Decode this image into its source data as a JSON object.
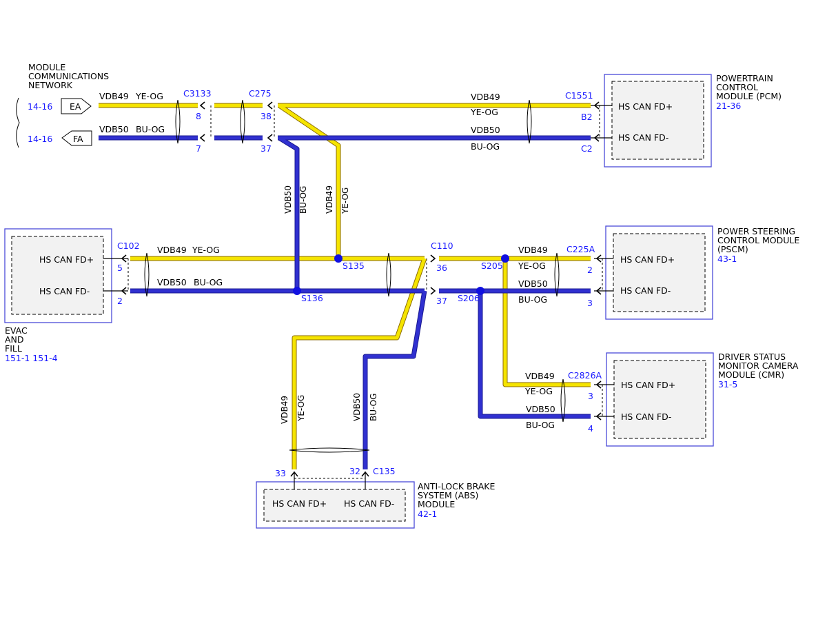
{
  "network": {
    "title_lines": [
      "MODULE",
      "COMMUNICATIONS",
      "NETWORK"
    ],
    "ea": {
      "ref": "14-16",
      "label": "EA"
    },
    "fa": {
      "ref": "14-16",
      "label": "FA"
    }
  },
  "circuits": {
    "plus": {
      "name": "VDB49",
      "color": "YE-OG"
    },
    "minus": {
      "name": "VDB50",
      "color": "BU-OG"
    }
  },
  "colors": {
    "yellow": "#f5e400",
    "blue": "#2727b8",
    "ref_text": "#1a1aff",
    "module_border": "#4a4ad8"
  },
  "connectors": {
    "c3133": {
      "name": "C3133",
      "pin_plus": "8",
      "pin_minus": "7"
    },
    "c275": {
      "name": "C275",
      "pin_plus": "38",
      "pin_minus": "37"
    },
    "c1551": {
      "name": "C1551",
      "pin_plus": "B2",
      "pin_minus": "C2"
    },
    "c102": {
      "name": "C102",
      "pin_plus": "5",
      "pin_minus": "2"
    },
    "c110": {
      "name": "C110",
      "pin_plus": "36",
      "pin_minus": "37"
    },
    "c225a": {
      "name": "C225A",
      "pin_plus": "2",
      "pin_minus": "3"
    },
    "c2826a": {
      "name": "C2826A",
      "pin_plus": "3",
      "pin_minus": "4"
    },
    "c135": {
      "name": "C135",
      "pin_plus": "33",
      "pin_minus": "32"
    }
  },
  "splices": {
    "s135": "S135",
    "s136": "S136",
    "s205": "S205",
    "s206": "S206"
  },
  "modules": {
    "pcm": {
      "name_lines": [
        "POWERTRAIN",
        "CONTROL",
        "MODULE (PCM)"
      ],
      "ref": "21-36",
      "pin_plus": "HS CAN FD+",
      "pin_minus": "HS CAN FD-"
    },
    "evac": {
      "name_lines": [
        "EVAC",
        "AND",
        "FILL"
      ],
      "ref": "151-1  151-4",
      "pin_plus": "HS CAN FD+",
      "pin_minus": "HS CAN FD-"
    },
    "pscm": {
      "name_lines": [
        "POWER STEERING",
        "CONTROL MODULE",
        "(PSCM)"
      ],
      "ref": "43-1",
      "pin_plus": "HS CAN FD+",
      "pin_minus": "HS CAN FD-"
    },
    "cmr": {
      "name_lines": [
        "DRIVER STATUS",
        "MONITOR CAMERA",
        "MODULE (CMR)"
      ],
      "ref": "31-5",
      "pin_plus": "HS CAN FD+",
      "pin_minus": "HS CAN FD-"
    },
    "abs": {
      "name_lines": [
        "ANTI-LOCK BRAKE",
        "SYSTEM (ABS)",
        "MODULE"
      ],
      "ref": "42-1",
      "pin_plus": "HS CAN FD+",
      "pin_minus": "HS CAN FD-"
    }
  }
}
